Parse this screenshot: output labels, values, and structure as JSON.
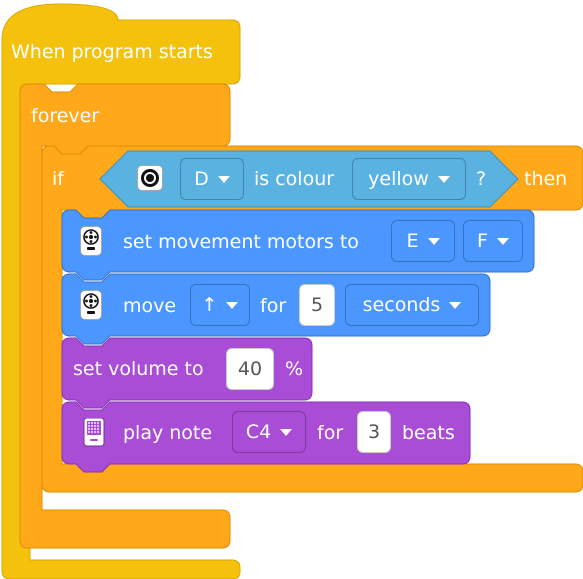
{
  "colors": {
    "events": "#F4C20D",
    "control": "#FFA81A",
    "sensor": "#59B2E0",
    "motor": "#4C97FF",
    "sound": "#A94CD6",
    "display": "#A94CD6"
  },
  "event_block": {
    "label": "When program starts"
  },
  "forever_block": {
    "label": "forever"
  },
  "if_block": {
    "if_label": "if",
    "then_label": "then",
    "condition": {
      "icon": "color-sensor-icon",
      "port_value": "D",
      "text": "is colour",
      "colour_value": "yellow",
      "question": "?"
    }
  },
  "block_movement_motors": {
    "icon": "motor-pair-icon",
    "text": "set movement motors to",
    "port1": "E",
    "port2": "F"
  },
  "block_move": {
    "icon": "motor-pair-icon",
    "text": "move",
    "direction": "↑",
    "for_text": "for",
    "amount": "5",
    "unit": "seconds"
  },
  "block_volume": {
    "text": "set volume to",
    "value": "40",
    "unit": "%"
  },
  "block_play_note": {
    "icon": "light-matrix-icon",
    "text": "play note",
    "note": "C4",
    "for_text": "for",
    "beats_value": "3",
    "beats_text": "beats"
  }
}
